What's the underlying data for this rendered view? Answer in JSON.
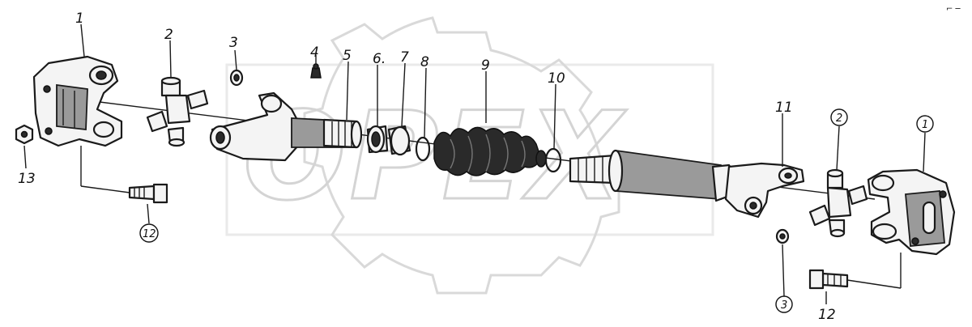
{
  "watermark": {
    "text": "OPEX"
  },
  "corner_mark": "⌐ ─",
  "callouts": {
    "p1_left": "1",
    "p2_left": "2",
    "p3_left": "3",
    "p4": "4",
    "p5": "5",
    "p6": "6.",
    "p7": "7",
    "p8": "8",
    "p9": "9",
    "p10": "10",
    "p11": "11",
    "p13": "13",
    "p12_left": "12",
    "p2_right": "2",
    "p1_right": "1",
    "p3_right": "3",
    "p12_right": "12"
  }
}
